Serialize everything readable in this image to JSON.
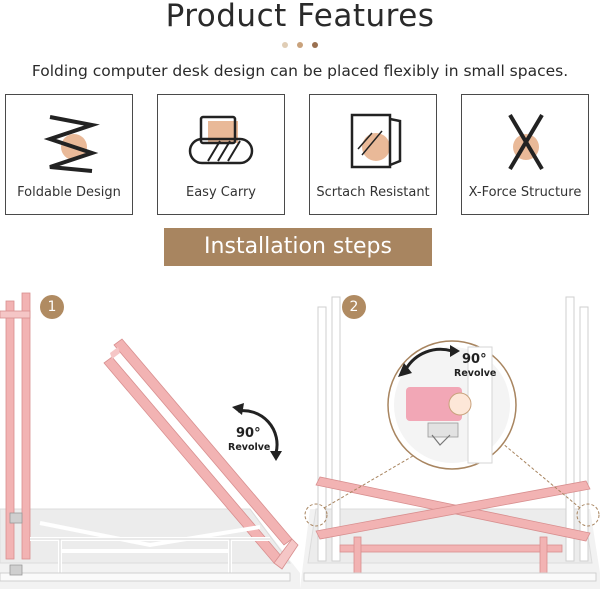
{
  "header": {
    "title": "Product Features",
    "subtitle": "Folding computer desk design can be placed flexibly in small spaces.",
    "dot_colors": [
      "#e0cdb5",
      "#c9a27c",
      "#9a7050"
    ]
  },
  "features": [
    {
      "label": "Foldable Design",
      "icon": "zigzag-fold-icon"
    },
    {
      "label": "Easy Carry",
      "icon": "handbag-icon"
    },
    {
      "label": "Scrtach Resistant",
      "icon": "scratch-panel-icon"
    },
    {
      "label": "X-Force Structure",
      "icon": "x-frame-icon"
    }
  ],
  "installation": {
    "title": "Installation steps",
    "steps": [
      {
        "number": "1",
        "angle": "90°",
        "action": "Revolve"
      },
      {
        "number": "2",
        "angle": "90°",
        "action": "Revolve"
      }
    ]
  },
  "colors": {
    "accent": "#a88560",
    "peach": "#e9b998",
    "frame_pink": "#f2b3b3",
    "outline": "#4a4a4a"
  }
}
